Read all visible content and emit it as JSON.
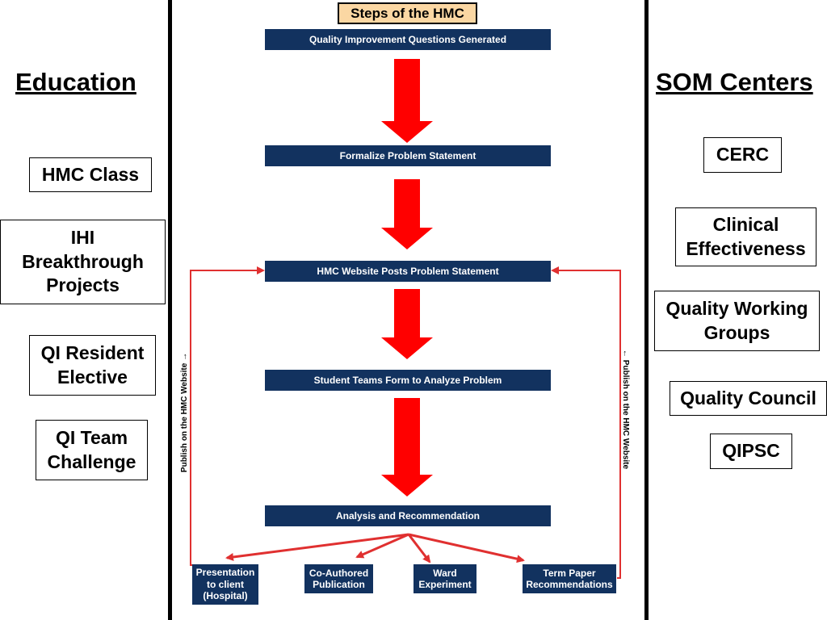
{
  "education": {
    "heading": "Education",
    "items": [
      "HMC Class",
      "IHI\nBreakthrough\nProjects",
      "QI Resident\nElective",
      "QI Team\nChallenge"
    ]
  },
  "som": {
    "heading": "SOM Centers",
    "items": [
      "CERC",
      "Clinical\nEffectiveness",
      "Quality Working\nGroups",
      "Quality Council",
      "QIPSC"
    ]
  },
  "flow": {
    "title": "Steps of the HMC",
    "steps": [
      "Quality Improvement Questions Generated",
      "Formalize Problem Statement",
      "HMC Website Posts Problem Statement",
      "Student Teams Form to Analyze Problem",
      "Analysis and Recommendation"
    ],
    "outcomes": [
      "Presentation\nto client\n(Hospital)",
      "Co-Authored\nPublication",
      "Ward\nExperiment",
      "Term Paper\nRecommendations"
    ],
    "publish_left": "Publish on the HMC Website →",
    "publish_right": "← Publish on the HMC Website"
  },
  "colors": {
    "arrow": "#ff0000",
    "box_fill": "#12325f",
    "title_fill": "#fbd7a3",
    "loop_line": "#e03030"
  }
}
